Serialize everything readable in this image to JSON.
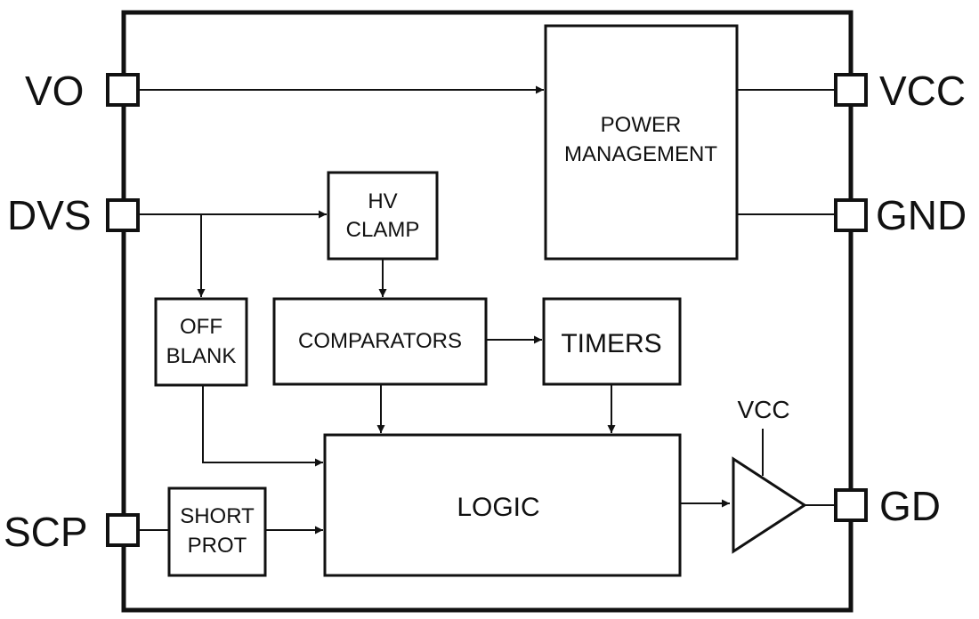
{
  "pins": {
    "vo": "VO",
    "dvs": "DVS",
    "scp": "SCP",
    "vcc": "VCC",
    "gnd": "GND",
    "gd": "GD"
  },
  "blocks": {
    "power_management": [
      "POWER",
      "MANAGEMENT"
    ],
    "hv_clamp": [
      "HV",
      "CLAMP"
    ],
    "off_blank": [
      "OFF",
      "BLANK"
    ],
    "comparators": "COMPARATORS",
    "timers": "TIMERS",
    "logic": "LOGIC",
    "short_prot": [
      "SHORT",
      "PROT"
    ]
  },
  "driver": {
    "supply_label": "VCC"
  }
}
